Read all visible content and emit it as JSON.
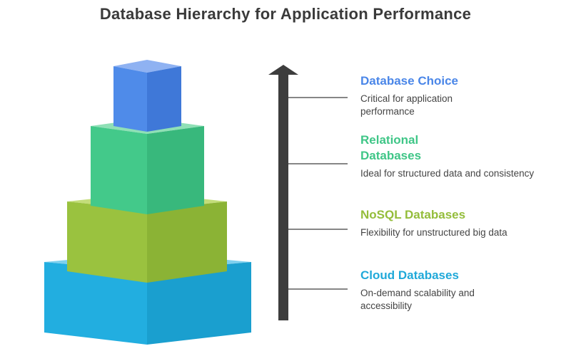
{
  "title": "Database Hierarchy for Application Performance",
  "colors": {
    "blue": "#4a86e8",
    "green": "#3fc687",
    "lime": "#94bd3b",
    "cyan": "#20a9d9",
    "arrow": "#3d3d3d",
    "leader": "#3d3d3d"
  },
  "levels": [
    {
      "title": "Database Choice",
      "description": "Critical for application performance",
      "color": "#4a86e8"
    },
    {
      "title": "Relational Databases",
      "description": "Ideal for structured data and consistency",
      "color": "#3fc687"
    },
    {
      "title": "NoSQL Databases",
      "description": "Flexibility for unstructured big data",
      "color": "#94bd3b"
    },
    {
      "title": "Cloud Databases",
      "description": "On-demand scalability and accessibility",
      "color": "#20a9d9"
    }
  ]
}
